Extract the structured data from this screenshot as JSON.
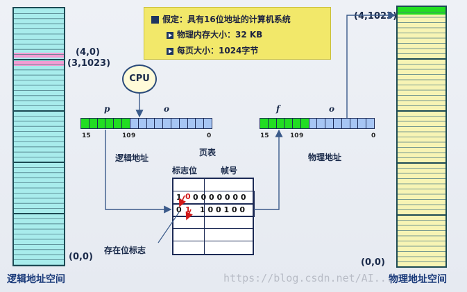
{
  "info_box": {
    "line1": "假定：具有16位地址的计算机系统",
    "line2": "物理内存大小：32 KB",
    "line3": "每页大小：1024字节"
  },
  "cpu_label": "CPU",
  "logical_memory": {
    "label_top": "(4,0)",
    "label_mid": "(3,1023)",
    "label_bottom": "(0,0)",
    "title": "逻辑地址空间"
  },
  "physical_memory": {
    "label_top": "(4,1023)",
    "label_bottom": "(0,0)",
    "title": "物理地址空间"
  },
  "logical_address": {
    "field_page": "p",
    "field_offset": "o",
    "bit_15": "15",
    "bit_10": "10",
    "bit_9": "9",
    "bit_0": "0",
    "title": "逻辑地址"
  },
  "physical_address": {
    "field_frame": "f",
    "field_offset": "o",
    "bit_15": "15",
    "bit_10": "10",
    "bit_9": "9",
    "bit_0": "0",
    "title": "物理地址"
  },
  "page_table": {
    "title": "页表",
    "col_flag": "标志位",
    "col_frame": "帧号",
    "row0_flag": "1",
    "row0_frame": "0 0 0 0 0 0 0",
    "row1_flag": "0",
    "row1_frame": "1 0 0 1 0 0",
    "flag_overlay_0": "0",
    "flag_overlay_1": "1"
  },
  "present_bit_label": "存在位标志",
  "watermark": "https://blog.csdn.net/AI...",
  "colors": {
    "logical_block": "#a8ecec",
    "logical_highlight": "#f29ed4",
    "physical_block": "#f7f4b4",
    "physical_highlight": "#22dd22",
    "page_bits": "#22dd22",
    "offset_bits": "#a7c6f4",
    "line_color": "#3a5a8a"
  }
}
